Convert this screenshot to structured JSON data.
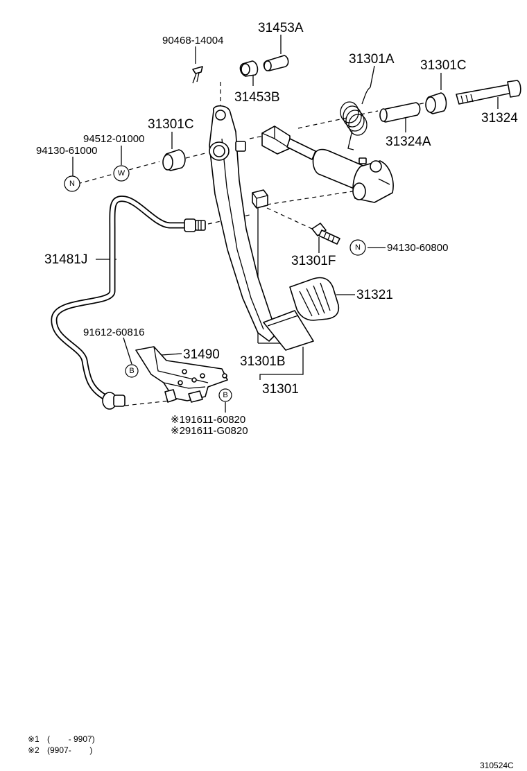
{
  "labels": {
    "p90468": "90468-14004",
    "p31453A": "31453A",
    "p31453B": "31453B",
    "p31301A": "31301A",
    "p31301C_top": "31301C",
    "p31324": "31324",
    "p31324A": "31324A",
    "p31301C_left": "31301C",
    "p94512": "94512-01000",
    "p94130_61000": "94130-61000",
    "p31481J": "31481J",
    "p31301F": "31301F",
    "p94130_60800": "94130-60800",
    "p31321": "31321",
    "p91612": "91612-60816",
    "p31490": "31490",
    "p31301B": "31301B",
    "p31301": "31301",
    "p91611_1": "※191611-60820",
    "p91611_2": "※291611-G0820"
  },
  "markers": {
    "n_left": "N",
    "w_left": "W",
    "n_right": "N",
    "b_left": "B",
    "b_right": "B"
  },
  "footnotes": {
    "note1_mark": "※1",
    "note1_range": "(        - 9907)",
    "note2_mark": "※2",
    "note2_range": "(9907-        )"
  },
  "figure_code": "310524C"
}
